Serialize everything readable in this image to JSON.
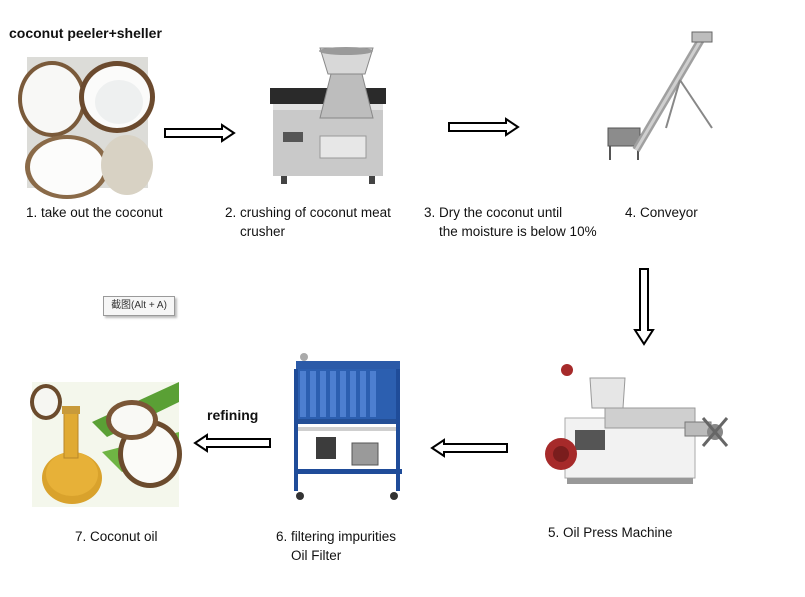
{
  "title": "coconut peeler+sheller",
  "steps": {
    "s1": {
      "line1": "1. take out the coconut"
    },
    "s2": {
      "line1": "2. crushing of coconut meat",
      "line2": "crusher"
    },
    "s3": {
      "line1": "3. Dry the coconut until",
      "line2": "the moisture is below 10%"
    },
    "s4": {
      "line1": "4.  Conveyor"
    },
    "s5": {
      "line1": "5. Oil Press Machine"
    },
    "s6": {
      "line1": "6. filtering impurities",
      "line2": "Oil Filter"
    },
    "s7": {
      "line1": "7. Coconut oil"
    }
  },
  "refining_label": "refining",
  "tooltip_text": "截图(Alt + A)",
  "colors": {
    "arrow": "#000000",
    "filter_blue": "#2c5fb0",
    "oil": "#e8b23a"
  }
}
